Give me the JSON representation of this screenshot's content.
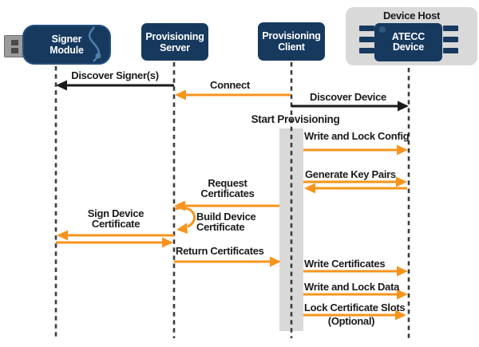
{
  "colors": {
    "navy": "#17395e",
    "orange": "#f7941e",
    "ink": "#1b1b1b",
    "panel": "#d9d9d9",
    "lifeline": "#3c3c3c",
    "usb_metal": "#9b9b9b"
  },
  "diagram": {
    "actors": {
      "signer": {
        "label": "Signer\nModule"
      },
      "server": {
        "label": "Provisioning\nServer"
      },
      "client": {
        "label": "Provisioning\nClient"
      },
      "device_host": {
        "title": "Device Host",
        "chip": "ATECC\nDevice"
      }
    },
    "messages": [
      {
        "text": "Discover Signer(s)",
        "from": "Provisioning Server",
        "to": "Signer Module",
        "style": "black"
      },
      {
        "text": "Connect",
        "from": "Provisioning Client",
        "to": "Provisioning Server",
        "style": "orange"
      },
      {
        "text": "Discover Device",
        "from": "Provisioning Client",
        "to": "ATECC Device",
        "style": "black"
      },
      {
        "text": "Start Provisioning",
        "type": "event",
        "actor": "Provisioning Client"
      },
      {
        "text": "Write and Lock Config",
        "from": "Provisioning Client",
        "to": "ATECC Device",
        "style": "orange"
      },
      {
        "text": "Generate Key Pairs",
        "from": "Provisioning Client",
        "to": "ATECC Device",
        "style": "orange",
        "reply": true
      },
      {
        "text": "Request\nCertificates",
        "from": "Provisioning Client",
        "to": "Provisioning Server",
        "style": "orange"
      },
      {
        "text": "Build Device\nCertificate",
        "type": "self",
        "actor": "Provisioning Server",
        "style": "orange"
      },
      {
        "text": "Sign Device\nCertificate",
        "from": "Provisioning Server",
        "to": "Signer Module",
        "style": "orange",
        "reply": true
      },
      {
        "text": "Return Certificates",
        "from": "Provisioning Server",
        "to": "Provisioning Client",
        "style": "orange"
      },
      {
        "text": "Write Certificates",
        "from": "Provisioning Client",
        "to": "ATECC Device",
        "style": "orange"
      },
      {
        "text": "Write and Lock Data",
        "from": "Provisioning Client",
        "to": "ATECC Device",
        "style": "orange"
      },
      {
        "text": "Lock Certificate Slots",
        "note": "(Optional)",
        "from": "Provisioning Client",
        "to": "ATECC Device",
        "style": "orange"
      }
    ]
  }
}
